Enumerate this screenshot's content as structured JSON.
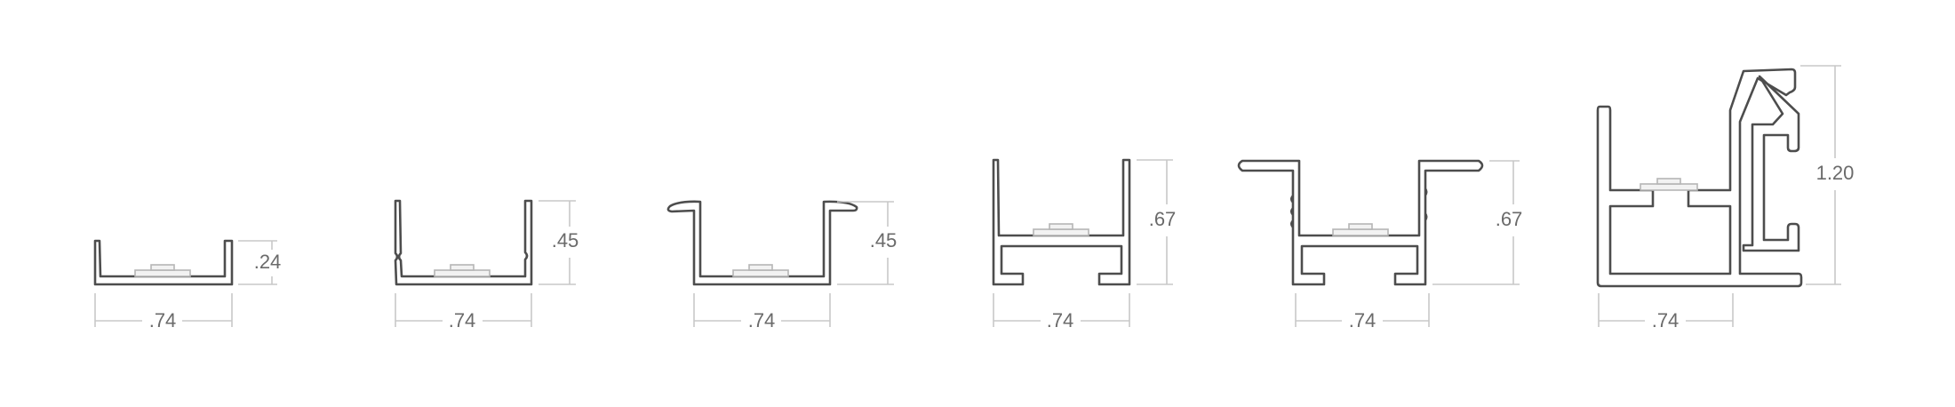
{
  "colors": {
    "outline": "#4d4d4d",
    "dimension_line": "#c8c8c8",
    "label": "#6a6a6a",
    "led_chip": "#b5b5b5"
  },
  "profiles": [
    {
      "name": "shallow-u-channel",
      "width_label": ".74",
      "height_label": ".24"
    },
    {
      "name": "deep-u-channel",
      "width_label": ".74",
      "height_label": ".45"
    },
    {
      "name": "flanged-u-channel",
      "width_label": ".74",
      "height_label": ".45"
    },
    {
      "name": "h-channel",
      "width_label": ".74",
      "height_label": ".67"
    },
    {
      "name": "recessed-flanged-h-channel",
      "width_label": ".74",
      "height_label": ".67"
    },
    {
      "name": "corner-clip-channel",
      "width_label": ".74",
      "height_label": "1.20"
    }
  ]
}
